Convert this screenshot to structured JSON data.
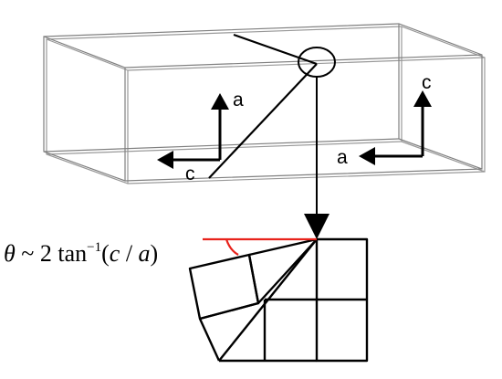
{
  "axis_labels": {
    "center_up": "a",
    "center_left": "c",
    "right_up": "c",
    "right_left": "a"
  },
  "formula": {
    "theta": "θ",
    "approx": " ~ 2 tan",
    "inverse": "−1",
    "paren_open": "(",
    "c": "c",
    "slash": " / ",
    "a": "a",
    "paren_close": ")"
  },
  "colors": {
    "box_edges": "#808080",
    "lines": "#000000",
    "angle_marker": "#e8221b"
  }
}
